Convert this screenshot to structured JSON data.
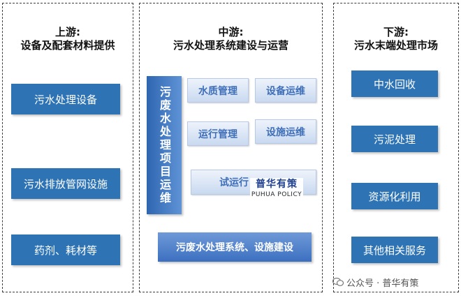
{
  "upstream": {
    "title_line1": "上游:",
    "title_line2": "设备及配套材料提供",
    "items": [
      "污水处理设备",
      "污水排放管网设施",
      "药剂、耗材等"
    ]
  },
  "midstream": {
    "title_line1": "中游:",
    "title_line2": "污水处理系统建设与运营",
    "vertical_label": "污废水处理项目运维",
    "items": [
      "水质管理",
      "设备运维",
      "运行管理",
      "设施运维",
      "试运行"
    ],
    "bottom": "污废水处理系统、设施建设"
  },
  "downstream": {
    "title_line1": "下游:",
    "title_line2": "污水末端处理市场",
    "items": [
      "中水回收",
      "污泥处理",
      "资源化利用",
      "其他相关服务"
    ]
  },
  "watermark": {
    "cn": "普华有策",
    "en": "PUHUA POLICY"
  },
  "footer": {
    "text": "公众号 · 普华有策"
  },
  "colors": {
    "primary_blue": "#2e74b5",
    "light_box": "#dbe6f5",
    "light_text": "#3f6fb8"
  }
}
